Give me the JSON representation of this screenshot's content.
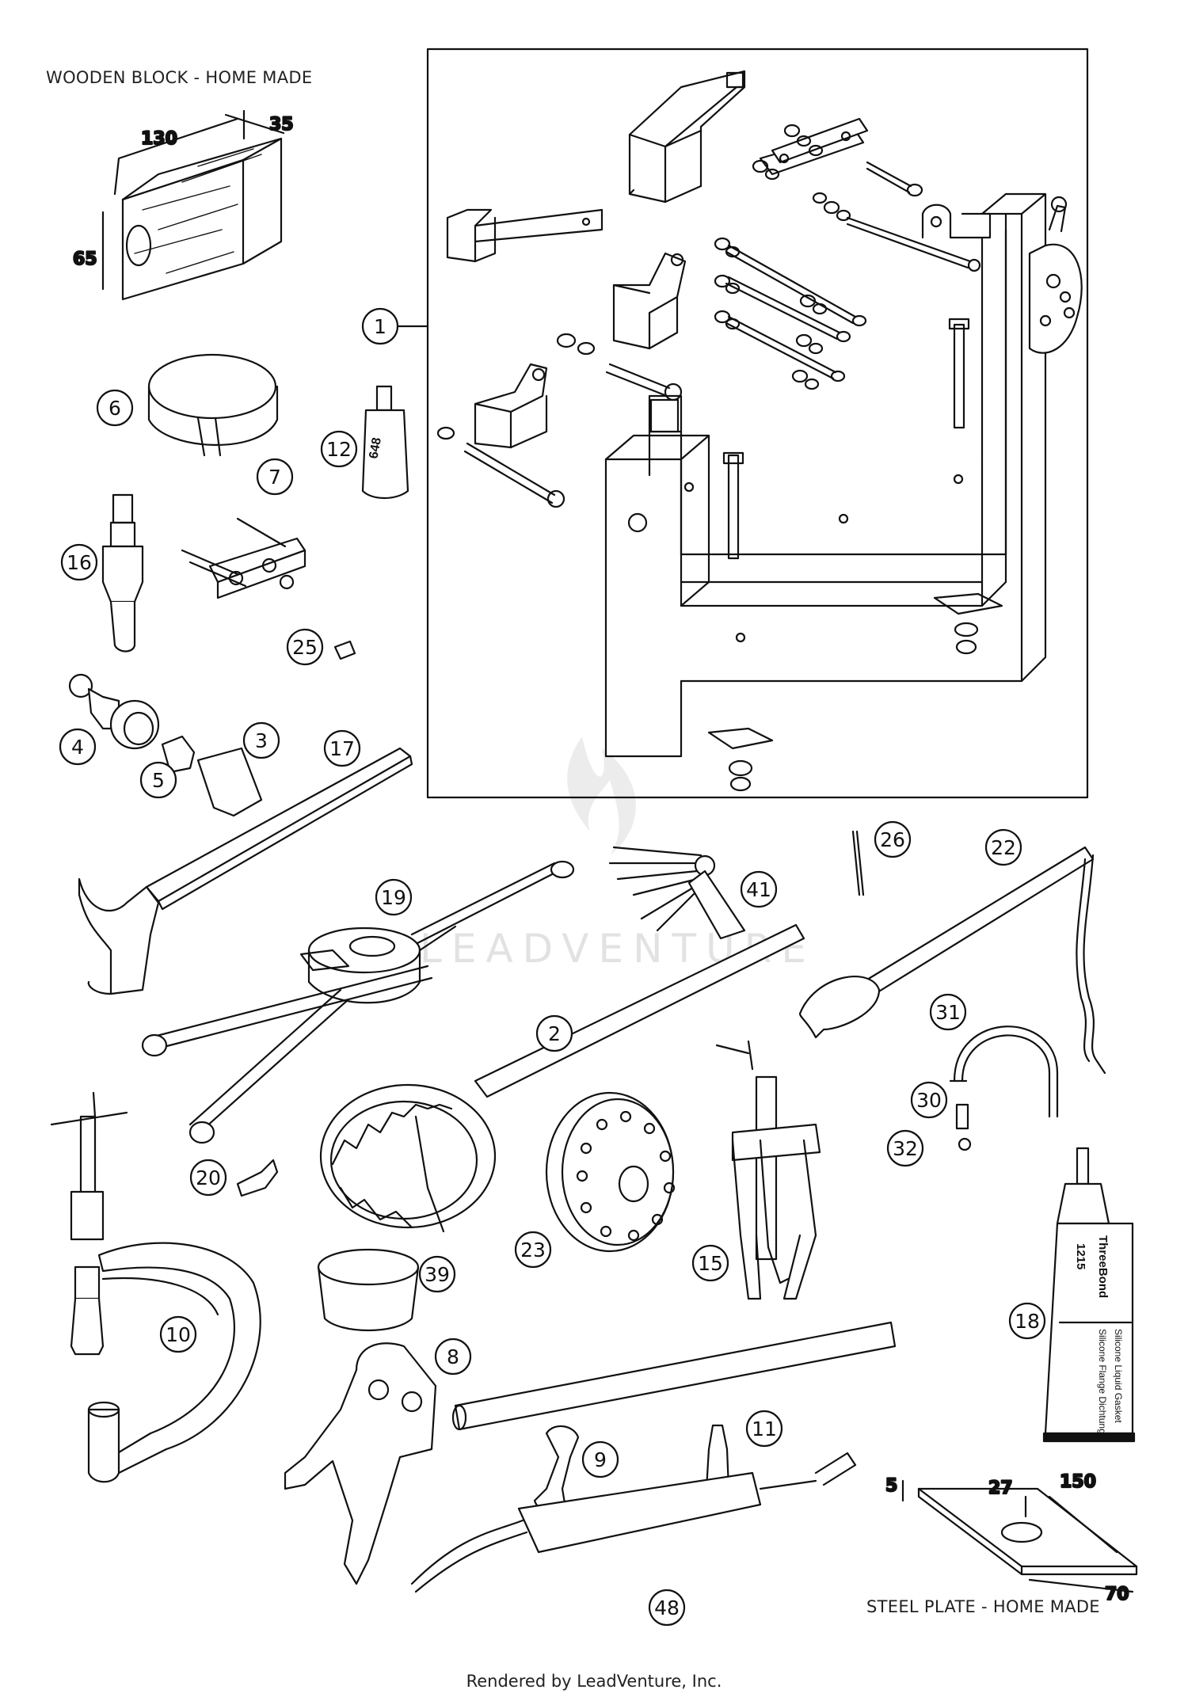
{
  "captions": {
    "wooden_block": "WOODEN BLOCK - HOME MADE",
    "steel_plate": "STEEL PLATE - HOME MADE",
    "footer": "Rendered by LeadVenture, Inc.",
    "watermark": "LEADVENTURE"
  },
  "block_dimensions": {
    "length": "130",
    "depth": "35",
    "height": "65"
  },
  "plate_dimensions": {
    "thickness": "5",
    "hole": "27",
    "length": "150",
    "width": "70"
  },
  "callouts": [
    "1",
    "2",
    "3",
    "4",
    "5",
    "6",
    "7",
    "8",
    "9",
    "10",
    "11",
    "12",
    "15",
    "16",
    "17",
    "18",
    "19",
    "20",
    "22",
    "23",
    "25",
    "26",
    "30",
    "31",
    "32",
    "39",
    "41",
    "48"
  ],
  "labels": {
    "loctite": "648",
    "sealant_brand": "ThreeBond",
    "sealant_number": "1215",
    "sealant_desc_1": "Silicone Liquid Gasket",
    "sealant_desc_2": "Silicone Flange Dichtung"
  }
}
